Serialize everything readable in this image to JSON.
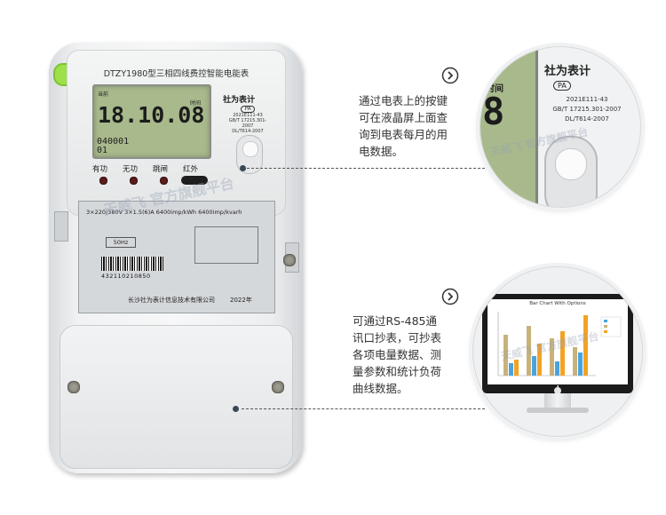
{
  "meter": {
    "model_title": "DTZY1980型三相四线费控智能电能表",
    "lcd_main": "18.10.08",
    "lcd_label_top": "当前",
    "lcd_label_time": "时间",
    "lcd_secondary_1": "040001",
    "lcd_secondary_2": "01",
    "brand": "社为表计",
    "cert_pa": "PA",
    "std_1": "2021E111-43",
    "std_2": "GB/T 17215.301-2007",
    "std_3": "DL/T614-2007",
    "indicators": [
      "有功",
      "无功",
      "跳闸",
      "红外"
    ],
    "plate_ratings": "3×220/380V   3×1.5(6)A   6400imp/kWh   6400imp/kvarh",
    "plate_freq": "50Hz",
    "serial": "432110210850",
    "company": "长沙社为表计信息技术有限公司",
    "year": "2022年"
  },
  "watermark": "天威飞  官方旗舰平台",
  "callout_top": {
    "lines": [
      "通过电表上的按键",
      "可在液晶屏上面查",
      "询到电表每月的用",
      "电数据。"
    ],
    "zoom": {
      "brand": "社为表计",
      "time_label": "时间",
      "digit": "8",
      "cert": "PA",
      "std_1": "2021E111-43",
      "std_2": "GB/T 17215.301-2007",
      "std_3": "DL/T614-2007"
    }
  },
  "callout_bottom": {
    "lines": [
      "可通过RS-485通",
      "讯口抄表，可抄表",
      "各项电量数据、测",
      "量参数和统计负荷",
      "曲线数据。"
    ],
    "monitor": {
      "chart_title": "Bar Chart With Options"
    }
  },
  "icons": {
    "arrow": "chevron-right-circle-icon",
    "apple": "apple-logo-icon"
  },
  "colors": {
    "lcd_green": "#a8b98c",
    "meter_white": "#f1f2f3",
    "leader_dot": "#3b4756",
    "status_green": "#9ee04a"
  }
}
